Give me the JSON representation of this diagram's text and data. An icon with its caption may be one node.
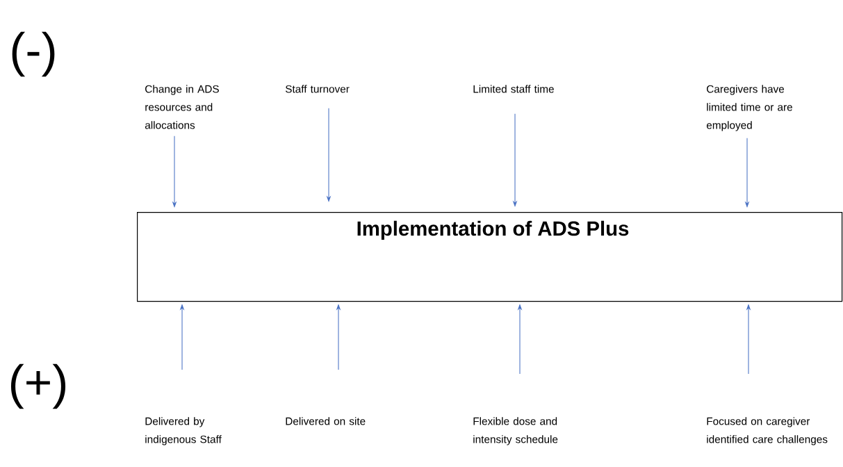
{
  "diagram": {
    "nodes": [
      {
        "text": [
          "Implementation of ADS Plus"
        ]
      },
      {
        "text": [
          "Change in ADS resources and allocations"
        ]
      },
      {
        "text": [
          "Staff turnover"
        ]
      },
      {
        "text": [
          "Limited staff time"
        ]
      },
      {
        "text": [
          "Caregivers have limited time or are employed"
        ]
      },
      {
        "text": [
          "Delivered by indigenous Staff"
        ]
      },
      {
        "text": [
          "Delivered on site"
        ]
      },
      {
        "text": [
          "Flexible dose and intensity schedule"
        ]
      },
      {
        "text": [
          "Focused on caregiver identified care challenges"
        ]
      }
    ],
    "edges": [
      {
        "from": 1,
        "to": 0,
        "arrow": "to"
      },
      {
        "from": 2,
        "to": 0,
        "arrow": "to"
      },
      {
        "from": 3,
        "to": 0,
        "arrow": "to"
      },
      {
        "from": 4,
        "to": 0,
        "arrow": "to"
      },
      {
        "from": 5,
        "to": 0,
        "arrow": "to"
      },
      {
        "from": 6,
        "to": 0,
        "arrow": "to"
      },
      {
        "from": 7,
        "to": 0,
        "arrow": "to"
      },
      {
        "from": 8,
        "to": 0,
        "arrow": "to"
      }
    ],
    "labels": [
      "(-)",
      "(+)"
    ]
  }
}
